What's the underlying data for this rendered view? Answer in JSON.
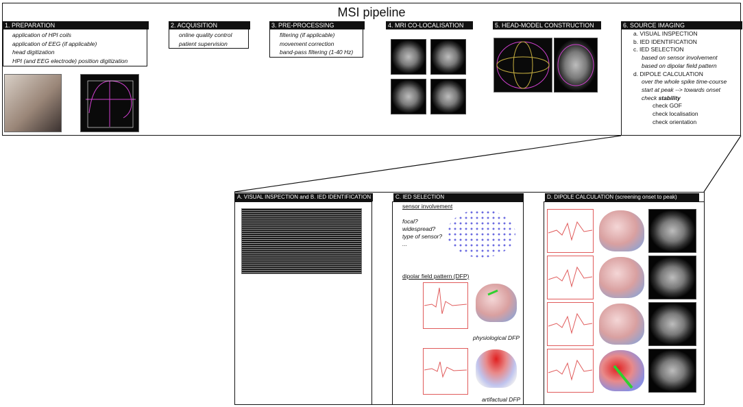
{
  "title": "MSI pipeline",
  "stages": [
    {
      "header": "1. PREPARATION",
      "items": [
        "application of HPI coils",
        "application of EEG (if applicable)",
        "head digitization",
        "HPI (and EEG electrode) position digitization"
      ]
    },
    {
      "header": "2. ACQUISITION",
      "items": [
        "online quality control",
        "patient supervision"
      ]
    },
    {
      "header": "3. PRE-PROCESSING",
      "items": [
        "filtering (if applicable)",
        "movement correction",
        "band-pass filtering (1-40 Hz)"
      ]
    },
    {
      "header": "4. MRI CO-LOCALISATION",
      "items": []
    },
    {
      "header": "5. HEAD-MODEL CONSTRUCTION",
      "items": []
    },
    {
      "header": "6. SOURCE IMAGING",
      "items": []
    }
  ],
  "source_imaging": {
    "a": "a. VISUAL INSPECTION",
    "b": "b. IED IDENTIFICATION",
    "c": "c. IED SELECTION",
    "c1": "based on sensor involvement",
    "c2": "based on dipolar field pattern",
    "d": "d. DIPOLE CALCULATION",
    "d1": "over the whole spike time-course",
    "d2": "start at peak --> towards onset",
    "d3_prefix": "check ",
    "d3_bold": "stability",
    "d4": "check GOF",
    "d5": "check localisation",
    "d6": "check orientation"
  },
  "detail_panels": {
    "ab_header": "A. VISUAL INSPECTION and B. IED IDENTIFICATION",
    "c_header": "C. IED SELECTION",
    "c_sensor_label": "sensor involvement",
    "c_questions": [
      "focal?",
      "widespread?",
      "type of sensor?",
      "..."
    ],
    "c_dfp_label": "dipolar field pattern (DFP)",
    "c_phys_caption": "physiological DFP",
    "c_art_caption": "artifactual DFP",
    "d_header": "D. DIPOLE CALCULATION (screening onset to peak)"
  },
  "colors": {
    "header_bg": "#111111",
    "digitization_points": "#d040d0",
    "waveform": "#e05a5a",
    "sensor_array": "#6a6ae0"
  }
}
